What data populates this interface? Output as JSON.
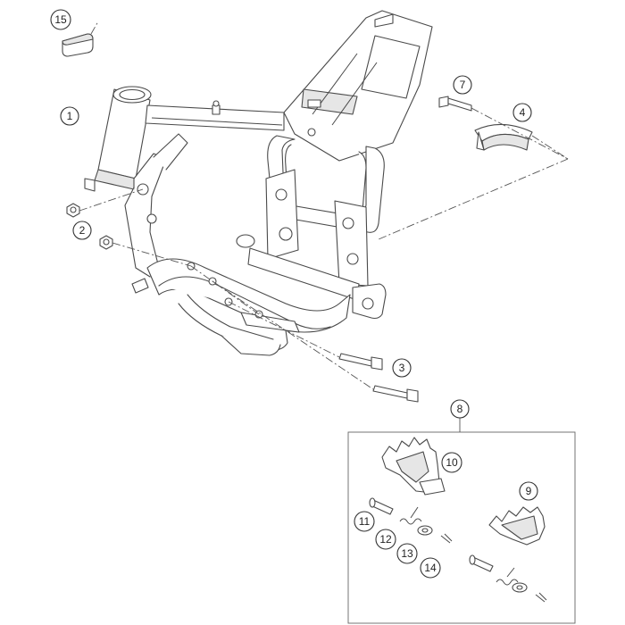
{
  "callouts": [
    {
      "id": "c1",
      "label": "1"
    },
    {
      "id": "c2",
      "label": "2"
    },
    {
      "id": "c3",
      "label": "3"
    },
    {
      "id": "c4",
      "label": "4"
    },
    {
      "id": "c7",
      "label": "7"
    },
    {
      "id": "c8",
      "label": "8"
    },
    {
      "id": "c9",
      "label": "9"
    },
    {
      "id": "c10",
      "label": "10"
    },
    {
      "id": "c11",
      "label": "11"
    },
    {
      "id": "c12",
      "label": "12"
    },
    {
      "id": "c13",
      "label": "13"
    },
    {
      "id": "c14",
      "label": "14"
    },
    {
      "id": "c15",
      "label": "15"
    }
  ]
}
